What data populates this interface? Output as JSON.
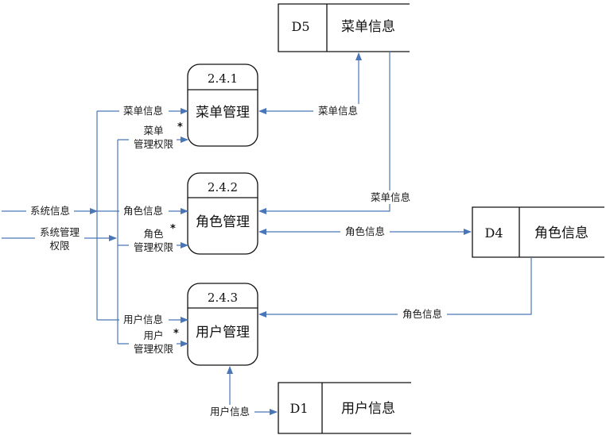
{
  "colors": {
    "flow": "#4a76b8",
    "box": "#111111"
  },
  "processes": [
    {
      "id": "2.4.1",
      "name": "菜单管理"
    },
    {
      "id": "2.4.2",
      "name": "角色管理"
    },
    {
      "id": "2.4.3",
      "name": "用户管理"
    }
  ],
  "stores": [
    {
      "id": "D5",
      "name": "菜单信息"
    },
    {
      "id": "D4",
      "name": "角色信息"
    },
    {
      "id": "D1",
      "name": "用户信息"
    }
  ],
  "flows": {
    "sys_info": "系统信息",
    "sys_perm_1": "系统管理",
    "sys_perm_2": "权限",
    "menu_info_in": "菜单信息",
    "menu_perm_1": "菜单",
    "menu_perm_2": "管理权限",
    "menu_info_store": "菜单信息",
    "menu_info_to_role": "菜单信息",
    "role_info_in": "角色信息",
    "role_perm_1": "角色",
    "role_perm_2": "管理权限",
    "role_info_store": "角色信息",
    "user_info_in": "用户信息",
    "user_perm_1": "用户",
    "user_perm_2": "管理权限",
    "role_info_to_user": "角色信息",
    "user_info_store": "用户信息"
  },
  "markers": {
    "star": "*"
  }
}
